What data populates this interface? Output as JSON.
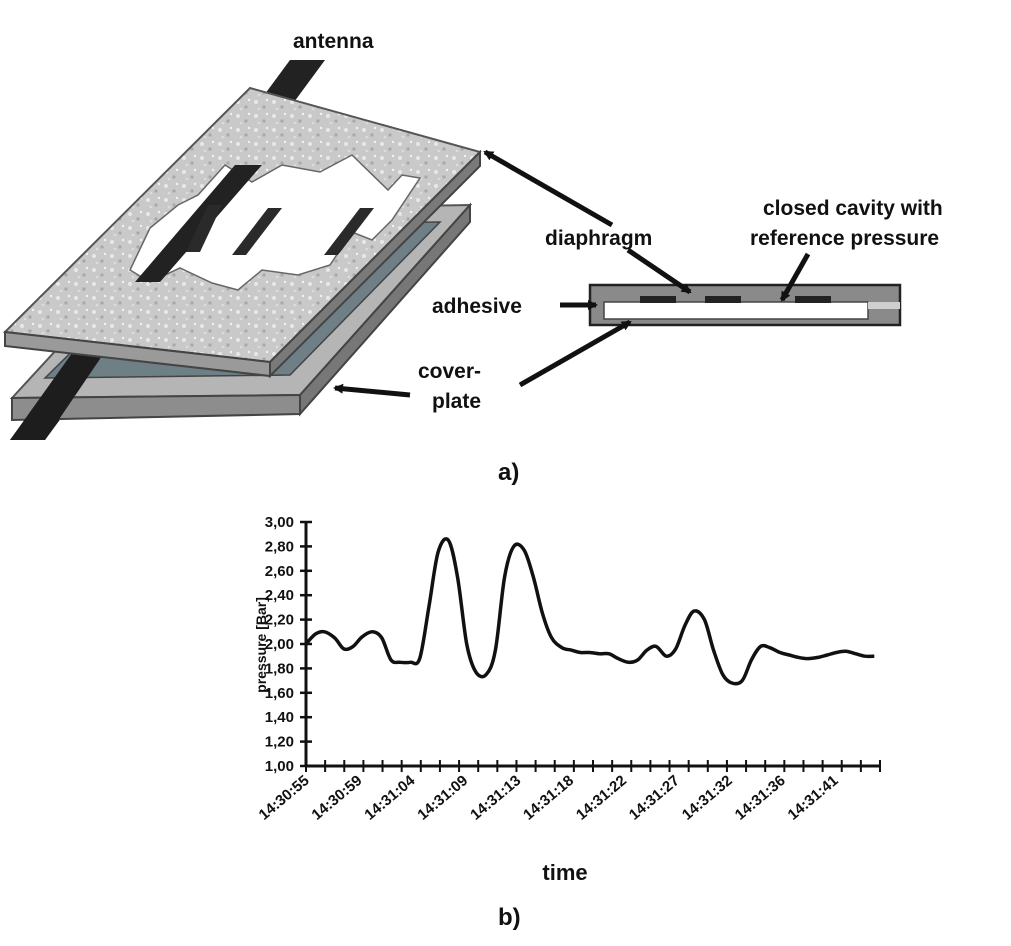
{
  "diagram": {
    "panel_label": "a)",
    "labels": {
      "antenna": "antenna",
      "diaphragm": "diaphragm",
      "cavity_line1": "closed cavity with",
      "cavity_line2": "reference pressure",
      "adhesive": "adhesive",
      "cover_line1": "cover-",
      "cover_line2": "plate"
    }
  },
  "chart_data": {
    "type": "line",
    "panel_label": "b)",
    "title": "",
    "xlabel": "time",
    "ylabel": "pressure [Bar]",
    "ylim": [
      1.0,
      3.0
    ],
    "y_ticks": [
      "3,00",
      "2,80",
      "2,60",
      "2,40",
      "2,20",
      "2,00",
      "1,80",
      "1,60",
      "1,40",
      "1,20",
      "1,00"
    ],
    "x_ticks": [
      "14:30:55",
      "14:30:59",
      "14:31:04",
      "14:31:09",
      "14:31:13",
      "14:31:18",
      "14:31:22",
      "14:31:27",
      "14:31:32",
      "14:31:36",
      "14:31:41"
    ],
    "x_range_seconds": [
      0,
      50
    ],
    "series": [
      {
        "x": [
          0,
          0.8,
          1.6,
          2.5,
          3.3,
          4.1,
          4.9,
          5.8,
          6.6,
          7.4,
          8.2,
          9.1,
          9.9,
          10.7,
          11.5,
          12.4,
          13.2,
          14,
          14.8,
          15.7,
          16.5,
          17.3,
          18.1,
          19,
          19.8,
          20.6,
          21.4,
          22.3,
          23.1,
          23.9,
          24.7,
          25.6,
          26.4,
          27.2,
          28.1,
          28.9,
          29.7,
          30.5,
          31.4,
          32.2,
          33,
          33.8,
          34.7,
          35.5,
          36.3,
          37.1,
          38,
          38.8,
          39.6,
          40.4,
          41.3,
          42.1,
          42.9,
          43.7,
          44.6,
          45.4,
          46.2,
          47,
          47.9,
          48.7,
          49.5
        ],
        "y": [
          2.0,
          2.08,
          2.1,
          2.05,
          1.96,
          1.98,
          2.06,
          2.1,
          2.05,
          1.87,
          1.85,
          1.85,
          1.88,
          2.3,
          2.75,
          2.85,
          2.55,
          2.0,
          1.77,
          1.75,
          1.95,
          2.55,
          2.8,
          2.77,
          2.55,
          2.25,
          2.05,
          1.97,
          1.95,
          1.93,
          1.93,
          1.92,
          1.92,
          1.88,
          1.85,
          1.87,
          1.95,
          1.98,
          1.9,
          1.96,
          2.15,
          2.27,
          2.2,
          1.95,
          1.75,
          1.68,
          1.7,
          1.87,
          1.98,
          1.97,
          1.93,
          1.91,
          1.89,
          1.88,
          1.89,
          1.91,
          1.93,
          1.94,
          1.92,
          1.9,
          1.9
        ]
      }
    ]
  }
}
